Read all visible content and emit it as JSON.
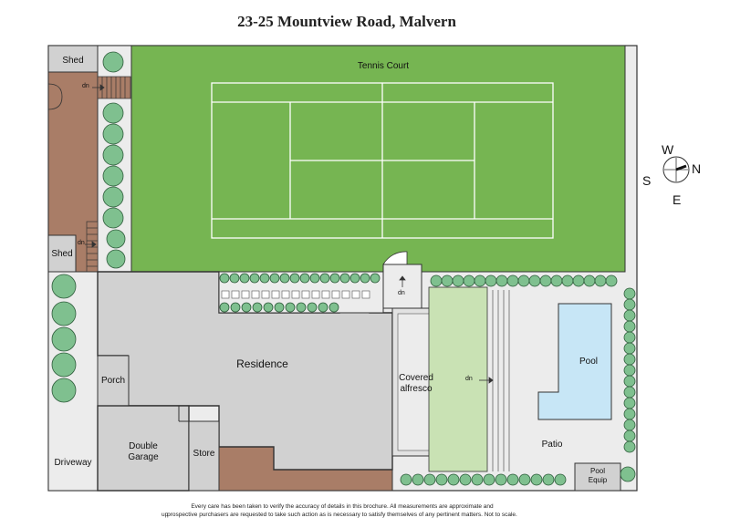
{
  "title": "23-25 Mountview Road, Malvern",
  "rooms": {
    "shed_top": "Shed",
    "shed_bottom": "Shed",
    "tennis_court": "Tennis Court",
    "residence": "Residence",
    "porch": "Porch",
    "double_garage": "Double\nGarage",
    "store": "Store",
    "driveway": "Driveway",
    "covered_alfresco": "Covered\nalfresco",
    "pool": "Pool",
    "patio": "Patio",
    "pool_equip": "Pool\nEquip"
  },
  "stair_labels": {
    "top_left": "dn",
    "mid_left": "dn",
    "gate": "dn",
    "lawn": "dn"
  },
  "compass": {
    "north": "N",
    "south": "S",
    "east": "E",
    "west": "W"
  },
  "disclaimer": {
    "line1": "Every care has been taken to verify the accuracy of details in this brochure. All measurements are approximate and",
    "line2_prefix": "up",
    "line2": "prospective purchasers are requested to take such action as is necessary to satisfy themselves of any pertinent matters. Not to scale."
  },
  "colors": {
    "court": "#76b552",
    "lawn": "#c9e2b4",
    "building": "#d1d1d1",
    "paving": "#ececec",
    "deck": "#a97d67",
    "pool": "#c7e6f6",
    "hedge": "#7fc08f",
    "outline": "#333333"
  }
}
